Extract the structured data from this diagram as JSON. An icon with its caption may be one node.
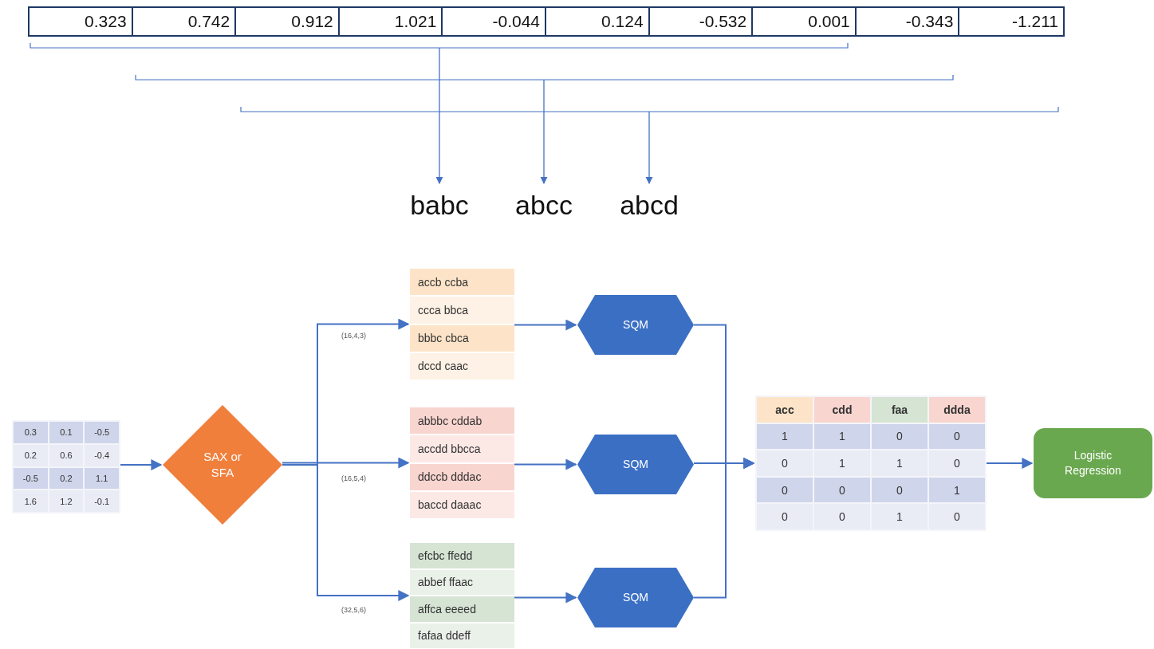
{
  "diagram": {
    "nodes": [
      {
        "text": [
          "babc"
        ]
      },
      {
        "text": [
          "abcc"
        ]
      },
      {
        "text": [
          "abcd"
        ]
      },
      {
        "text": [
          "0.3",
          "0.1",
          "-0.5",
          "0.2",
          "0.6",
          "-0.4",
          "-0.5",
          "0.2",
          "1.1",
          "1.6",
          "1.2",
          "-0.1"
        ]
      },
      {
        "text": [
          "SAX or SFA"
        ]
      },
      {
        "text": [
          "accb ccba",
          "ccca bbca",
          "bbbc cbca",
          "dccd caac"
        ]
      },
      {
        "text": [
          "abbbc cddab",
          "accdd bbcca",
          "ddccb dddac",
          "baccd daaac"
        ]
      },
      {
        "text": [
          "efcbc ffedd",
          "abbef ffaac",
          "affca eeeed",
          "fafaa ddeff"
        ]
      },
      {
        "text": [
          "SQM"
        ]
      },
      {
        "text": [
          "SQM"
        ]
      },
      {
        "text": [
          "SQM"
        ]
      },
      {
        "text": [
          "acc",
          "cdd",
          "faa",
          "ddda",
          "1",
          "1",
          "0",
          "0",
          "0",
          "1",
          "1",
          "0",
          "0",
          "0",
          "0",
          "1",
          "0",
          "0",
          "1",
          "0"
        ]
      },
      {
        "text": [
          "Logistic Regression"
        ]
      }
    ],
    "edges": [
      {
        "from": null,
        "to": 0,
        "arrow": "to"
      },
      {
        "from": null,
        "to": 1,
        "arrow": "to"
      },
      {
        "from": null,
        "to": 2,
        "arrow": "to"
      },
      {
        "from": 3,
        "to": 4,
        "arrow": "to"
      },
      {
        "from": 4,
        "to": 5,
        "arrow": "to",
        "label": "(16,4,3)"
      },
      {
        "from": 4,
        "to": 6,
        "arrow": "to",
        "label": "(16,5,4)"
      },
      {
        "from": 4,
        "to": 7,
        "arrow": "to",
        "label": "(32,5,6)"
      },
      {
        "from": 5,
        "to": 8,
        "arrow": "to"
      },
      {
        "from": 6,
        "to": 9,
        "arrow": "to"
      },
      {
        "from": 7,
        "to": 10,
        "arrow": "to"
      },
      {
        "from": 8,
        "to": 11,
        "arrow": "to"
      },
      {
        "from": 9,
        "to": 11,
        "arrow": "to"
      },
      {
        "from": 10,
        "to": 11,
        "arrow": "to"
      },
      {
        "from": 11,
        "to": 12,
        "arrow": "to"
      }
    ],
    "labels": [
      "0.323",
      "0.742",
      "0.912",
      "1.021",
      "-0.044",
      "0.124",
      "-0.532",
      "0.001",
      "-0.343",
      "-1.211"
    ]
  }
}
